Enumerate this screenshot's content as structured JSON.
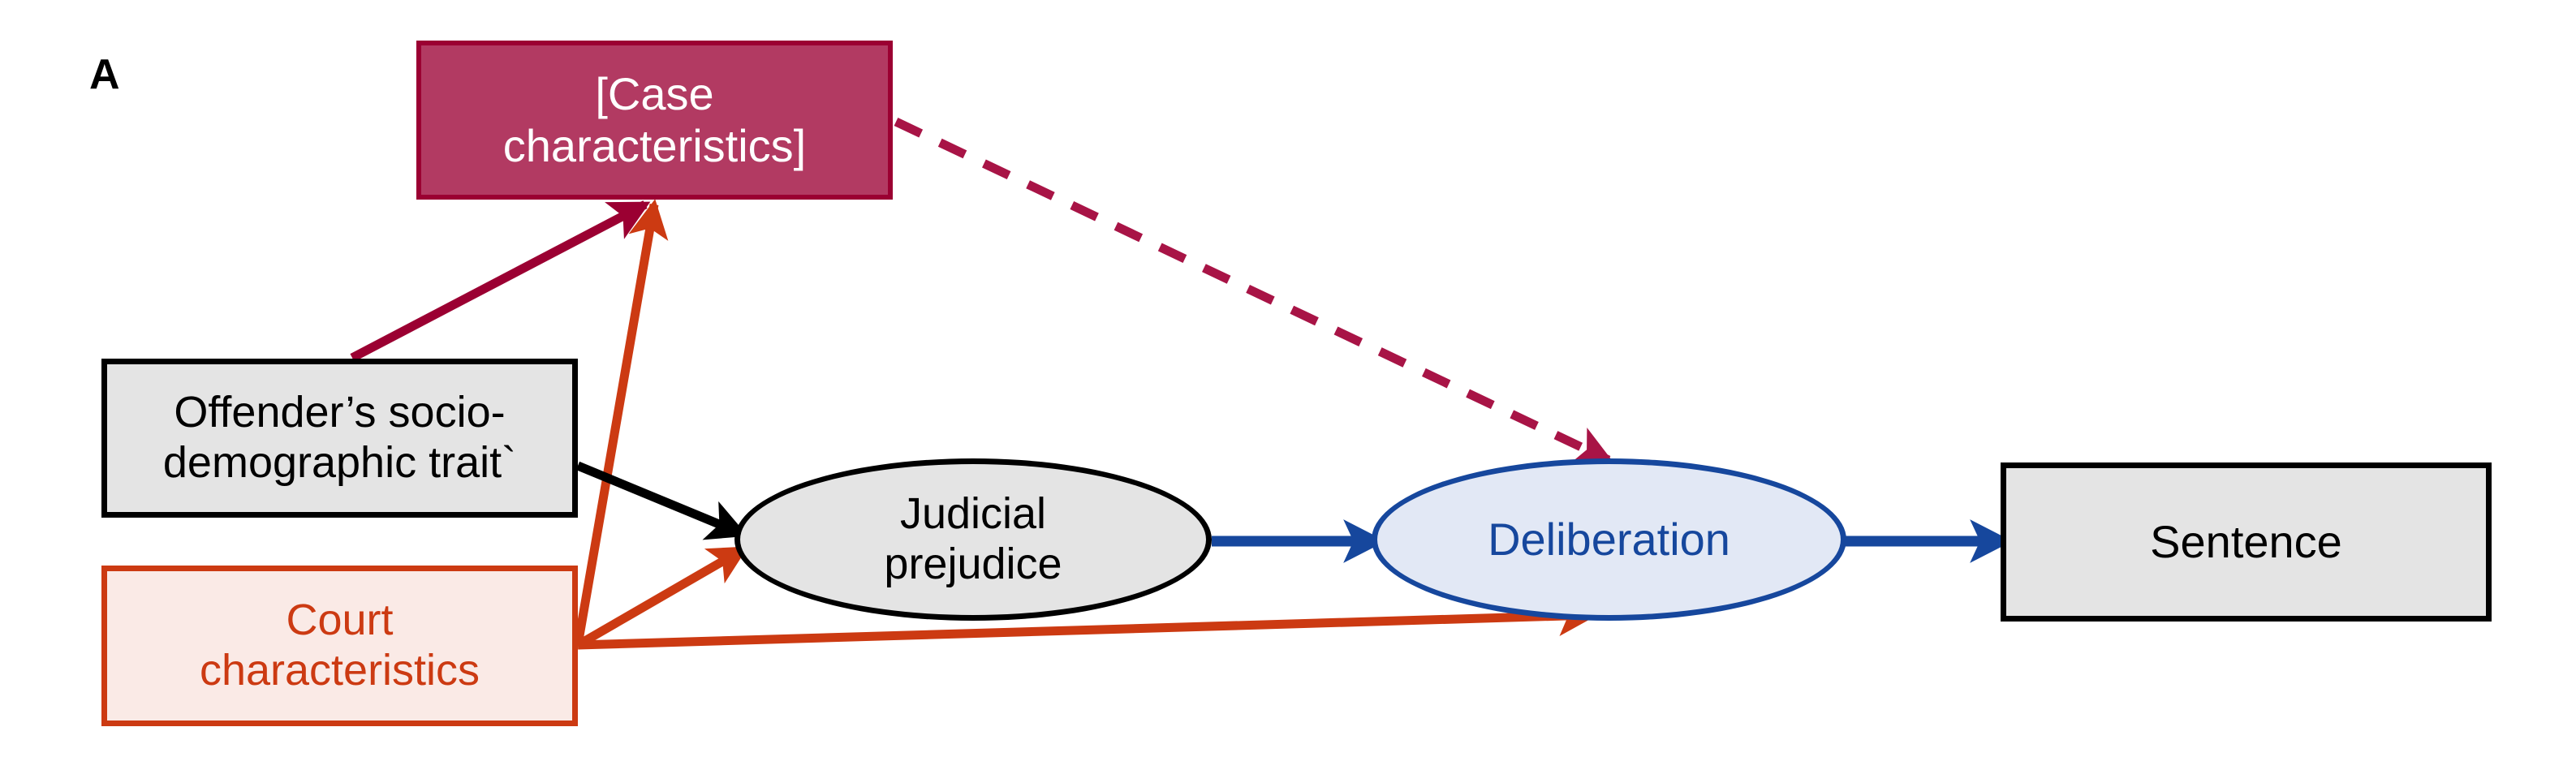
{
  "figure": {
    "panel_label": "A",
    "type": "causal-dag",
    "background_color": "#FFFFFF"
  },
  "nodes": [
    {
      "id": "case",
      "label": "[Case\ncharacteristics]",
      "shape": "rectangle",
      "fill": "#B23A62",
      "stroke": "#9B0032",
      "text_color": "#FFFFFF"
    },
    {
      "id": "offender",
      "label": "Offender’s socio-\ndemographic trait`",
      "shape": "rectangle",
      "fill": "#E4E4E4",
      "stroke": "#000000",
      "text_color": "#000000"
    },
    {
      "id": "court",
      "label": "Court\ncharacteristics",
      "shape": "rectangle",
      "fill": "#FAEAE6",
      "stroke": "#CC3A12",
      "text_color": "#CC3A12"
    },
    {
      "id": "judicial",
      "label": "Judicial\nprejudice",
      "shape": "ellipse",
      "fill": "#E4E4E4",
      "stroke": "#000000",
      "text_color": "#000000"
    },
    {
      "id": "deliberation",
      "label": "Deliberation",
      "shape": "ellipse",
      "fill": "#E2E8F5",
      "stroke": "#16479D",
      "text_color": "#16479D"
    },
    {
      "id": "sentence",
      "label": "Sentence",
      "shape": "rectangle",
      "fill": "#E4E4E4",
      "stroke": "#000000",
      "text_color": "#000000"
    }
  ],
  "edges": [
    {
      "from": "offender",
      "to": "case",
      "style": "solid",
      "color": "#9B0032"
    },
    {
      "from": "case",
      "to": "deliberation",
      "style": "dashed",
      "color": "#A81446"
    },
    {
      "from": "offender",
      "to": "judicial",
      "style": "solid",
      "color": "#000000"
    },
    {
      "from": "court",
      "to": "case",
      "style": "solid",
      "color": "#CC3A12"
    },
    {
      "from": "court",
      "to": "judicial",
      "style": "solid",
      "color": "#CC3A12"
    },
    {
      "from": "court",
      "to": "deliberation",
      "style": "solid",
      "color": "#CC3A12"
    },
    {
      "from": "judicial",
      "to": "deliberation",
      "style": "solid",
      "color": "#16479D"
    },
    {
      "from": "deliberation",
      "to": "sentence",
      "style": "solid",
      "color": "#16479D"
    }
  ],
  "colors": {
    "crimson": "#9B0032",
    "crimson_dashed": "#A81446",
    "orange": "#CC3A12",
    "blue": "#16479D",
    "black": "#000000",
    "grey_fill": "#E4E4E4",
    "blue_fill": "#E2E8F5",
    "pink_fill": "#FAEAE6",
    "magenta_fill": "#B23A62"
  }
}
